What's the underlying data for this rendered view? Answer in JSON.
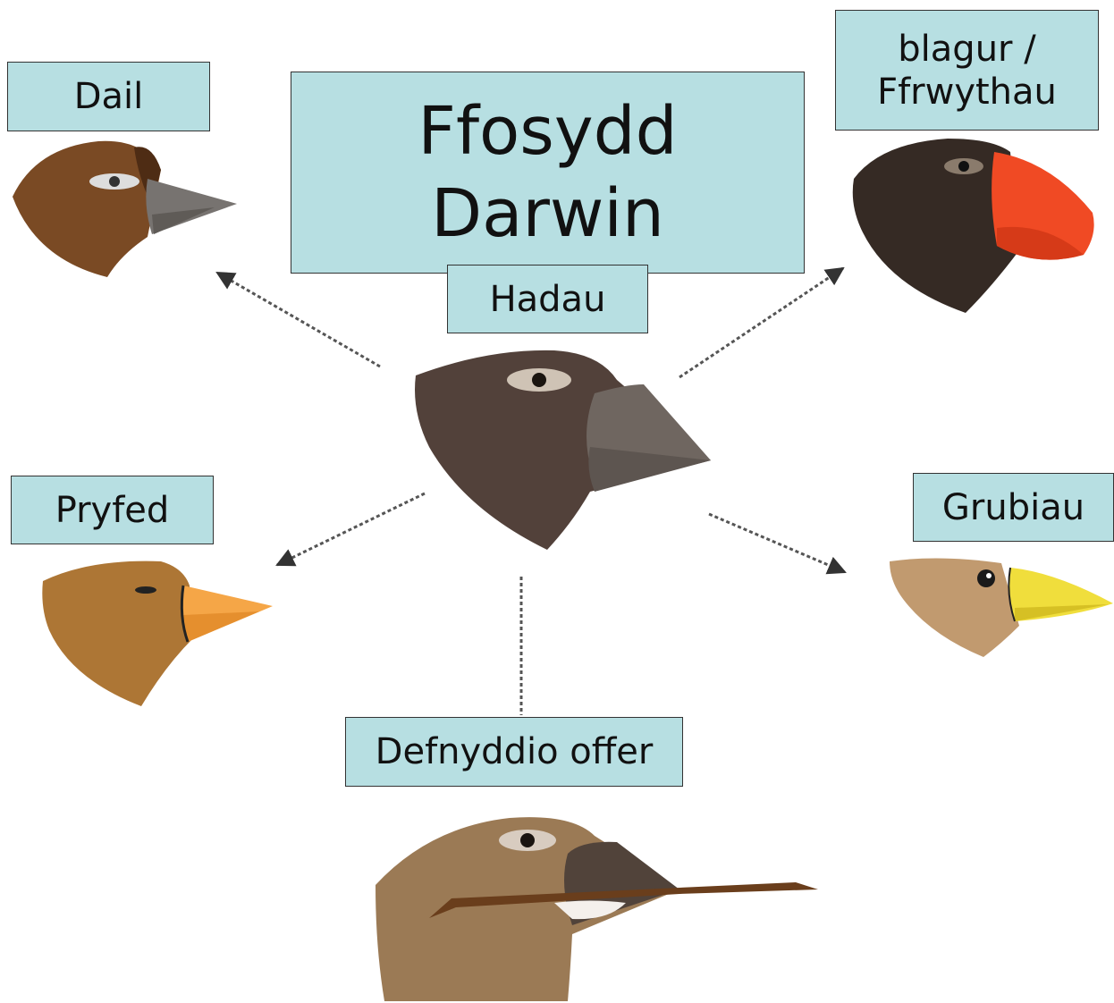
{
  "title": "Ffosydd\nDarwin",
  "center_label": "Hadau",
  "labels": {
    "leaves": "Dail",
    "buds": "blagur /\nFfrwythau",
    "insects": "Pryfed",
    "grubs": "Grubiau",
    "tools": "Defnyddio offer"
  },
  "colors": {
    "label_fill": "#b7dfe2",
    "arrow": "#555555"
  }
}
